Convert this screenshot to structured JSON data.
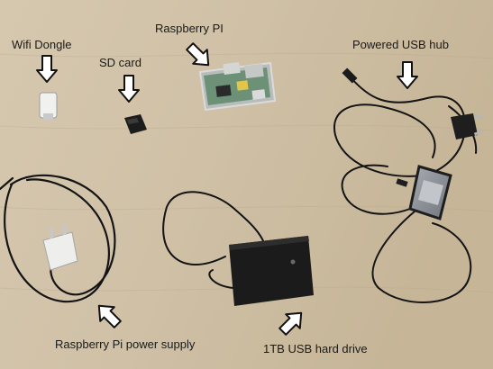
{
  "labels": {
    "wifi_dongle": "Wifi Dongle",
    "sd_card": "SD card",
    "raspberry_pi": "Raspberry PI",
    "powered_usb_hub": "Powered USB hub",
    "power_supply": "Raspberry Pi power supply",
    "hard_drive": "1TB USB hard drive"
  },
  "colors": {
    "table": "#cdbfa8",
    "cable": "#141414",
    "hard_drive": "#1b1b1b",
    "charger": "#ececea",
    "usb_hub": "#8f959c",
    "arrow_outline": "#111111",
    "arrow_fill": "#ffffff"
  }
}
